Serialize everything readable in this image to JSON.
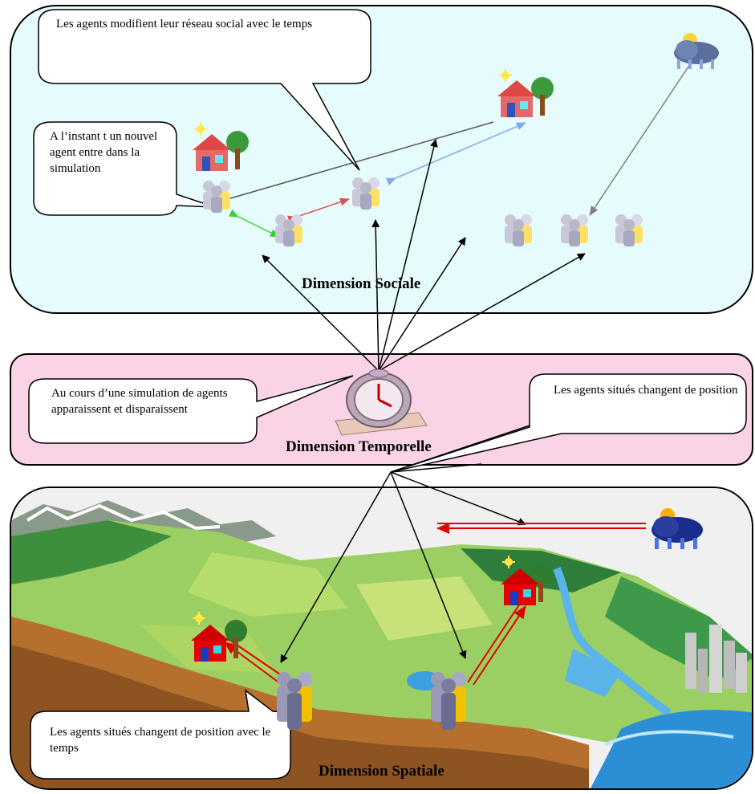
{
  "social": {
    "title": "Dimension Sociale",
    "callout_network": "Les agents modifient leur réseau social avec le temps",
    "callout_new_agent": "A l’instant t un nouvel agent entre dans la simulation"
  },
  "temporal": {
    "title": "Dimension Temporelle",
    "callout_appear": "Au cours d’une simulation de agents apparaissent et disparaissent",
    "callout_position": "Les agents situés changent de position"
  },
  "spatial": {
    "title": "Dimension Spatiale",
    "callout_move": "Les agents situés changent de position avec le temps"
  },
  "colors": {
    "social_bg": "#e6fbfb",
    "temporal_bg": "#fbd3e6",
    "spatial_bg": "#f0f0f0",
    "red_arrow": "#e00000",
    "blue_link": "#7fa7ee",
    "green_link": "#3ad03a",
    "gray_link": "#808080"
  },
  "icons": [
    "house-icon",
    "agent-group-icon",
    "weather-cloud-icon",
    "clock-icon",
    "landscape-map"
  ]
}
